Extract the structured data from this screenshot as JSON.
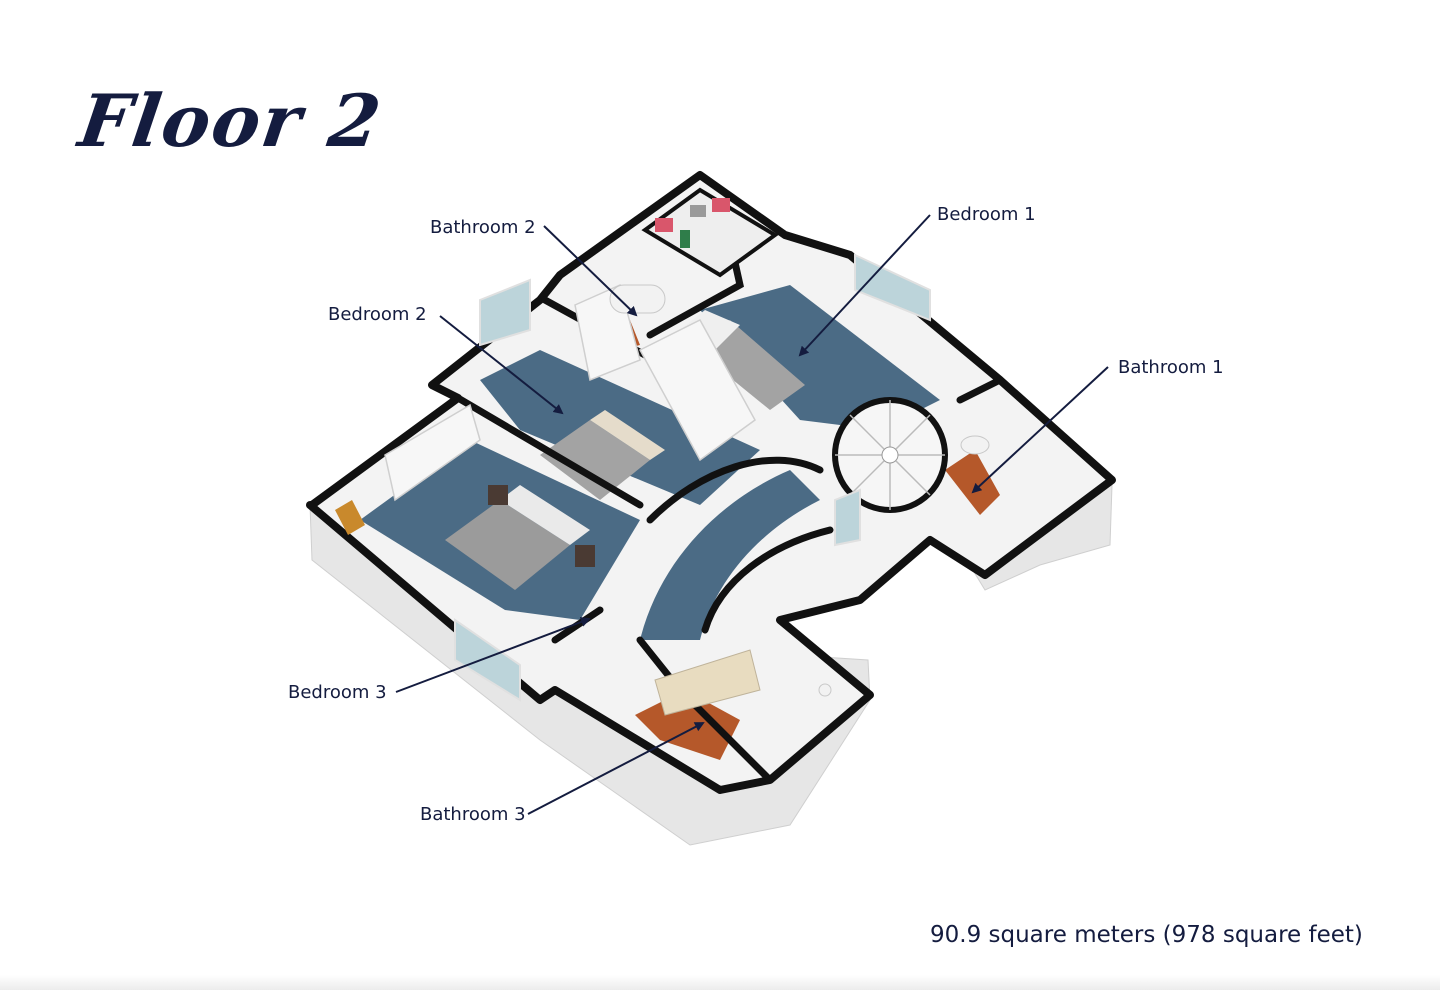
{
  "title": "Floor 2",
  "rooms": {
    "bathroom_2": "Bathroom 2",
    "bedroom_1": "Bedroom 1",
    "bedroom_2": "Bedroom 2",
    "bathroom_1": "Bathroom 1",
    "bedroom_3": "Bedroom 3",
    "bathroom_3": "Bathroom 3"
  },
  "area": "90.9 square meters (978 square feet)",
  "colors": {
    "text": "#141c3f",
    "carpet": "#4b6b85",
    "wood_floor": "#b5582a",
    "wall_top": "#111111",
    "wall_side": "#e4e4e4"
  }
}
